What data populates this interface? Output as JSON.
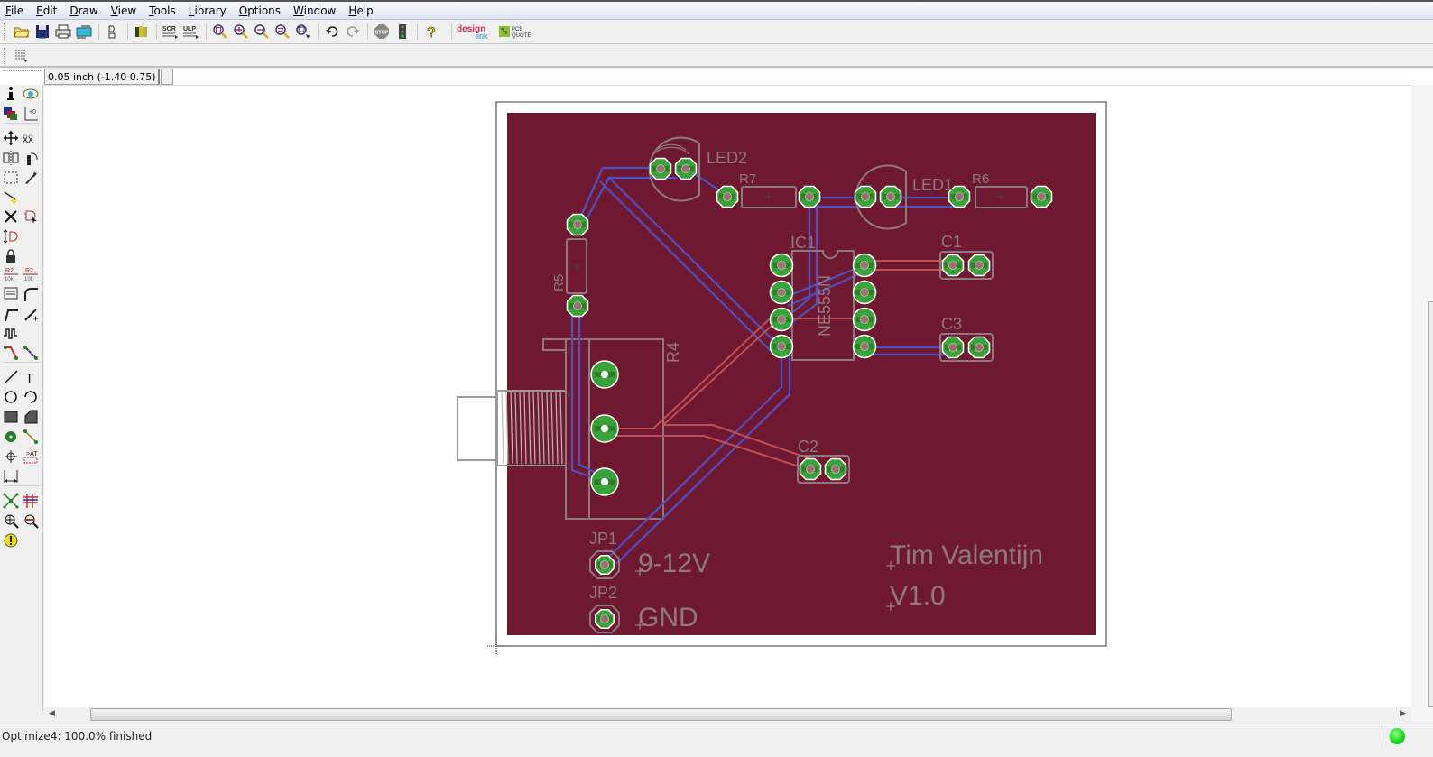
{
  "menubar": {
    "items": [
      {
        "label": "File",
        "u": "F",
        "rest": "ile"
      },
      {
        "label": "Edit",
        "u": "E",
        "rest": "dit"
      },
      {
        "label": "Draw",
        "u": "D",
        "rest": "raw"
      },
      {
        "label": "View",
        "u": "V",
        "rest": "iew"
      },
      {
        "label": "Tools",
        "u": "T",
        "rest": "ools"
      },
      {
        "label": "Library",
        "u": "L",
        "rest": "ibrary"
      },
      {
        "label": "Options",
        "u": "O",
        "rest": "ptions"
      },
      {
        "label": "Window",
        "u": "W",
        "rest": "indow"
      },
      {
        "label": "Help",
        "u": "H",
        "rest": "elp"
      }
    ]
  },
  "toolbar": {
    "buttons": [
      "open-icon",
      "save-icon",
      "print-icon",
      "cam-processor-icon",
      "schematic-switch-icon",
      "library-icon",
      "script-icon",
      "ulp-icon",
      "zoom-fit-icon",
      "zoom-in-icon",
      "zoom-out-icon",
      "zoom-redraw-icon",
      "zoom-select-icon",
      "undo-icon",
      "redo-icon",
      "stop-icon",
      "drc-go-icon",
      "help-icon"
    ],
    "script_label": "SCR",
    "ulp_label": "ULP",
    "stop_label": "STOP",
    "designlink_label_1": "design",
    "designlink_label_2": "link",
    "pcbquote_label_1": "PCB",
    "pcbquote_label_2": "QUOTE"
  },
  "coord": {
    "readout": "0.05 inch (-1.40 0.75)"
  },
  "left_tools": [
    "info",
    "show",
    "display-layers",
    "mark",
    "move",
    "copy",
    "mirror",
    "rotate",
    "group",
    "change",
    "paste",
    "delete",
    "add",
    "replace",
    "lock",
    "name",
    "value",
    "smash",
    "miter",
    "split",
    "optimize",
    "route",
    "ripup",
    "wire",
    "text",
    "circle",
    "arc",
    "rect",
    "polygon",
    "via",
    "signal",
    "hole",
    "attribute",
    "dimension",
    "ratsnest",
    "auto",
    "drc",
    "errors"
  ],
  "board": {
    "parts": {
      "led2": "LED2",
      "led1": "LED1",
      "r7": "R7",
      "r6": "R6",
      "r5": "R5",
      "r4": "R4",
      "ic1": "IC1",
      "ic1_value": "NE555N",
      "c1": "C1",
      "c2": "C2",
      "c3": "C3",
      "jp1": "JP1",
      "jp2": "JP2"
    },
    "texts": {
      "power": "9-12V",
      "ground": "GND",
      "author": "Tim Valentijn",
      "version": "V1.0"
    },
    "colors": {
      "board": "#6e1831",
      "top_copper": "#c24f52",
      "bottom_copper": "#5050c0",
      "pad": "#3aa23a",
      "silkscreen": "#8c7a80",
      "outline": "#606060"
    }
  },
  "statusbar": {
    "message": "Optimize4: 100.0% finished",
    "indicator": "ready-green"
  }
}
